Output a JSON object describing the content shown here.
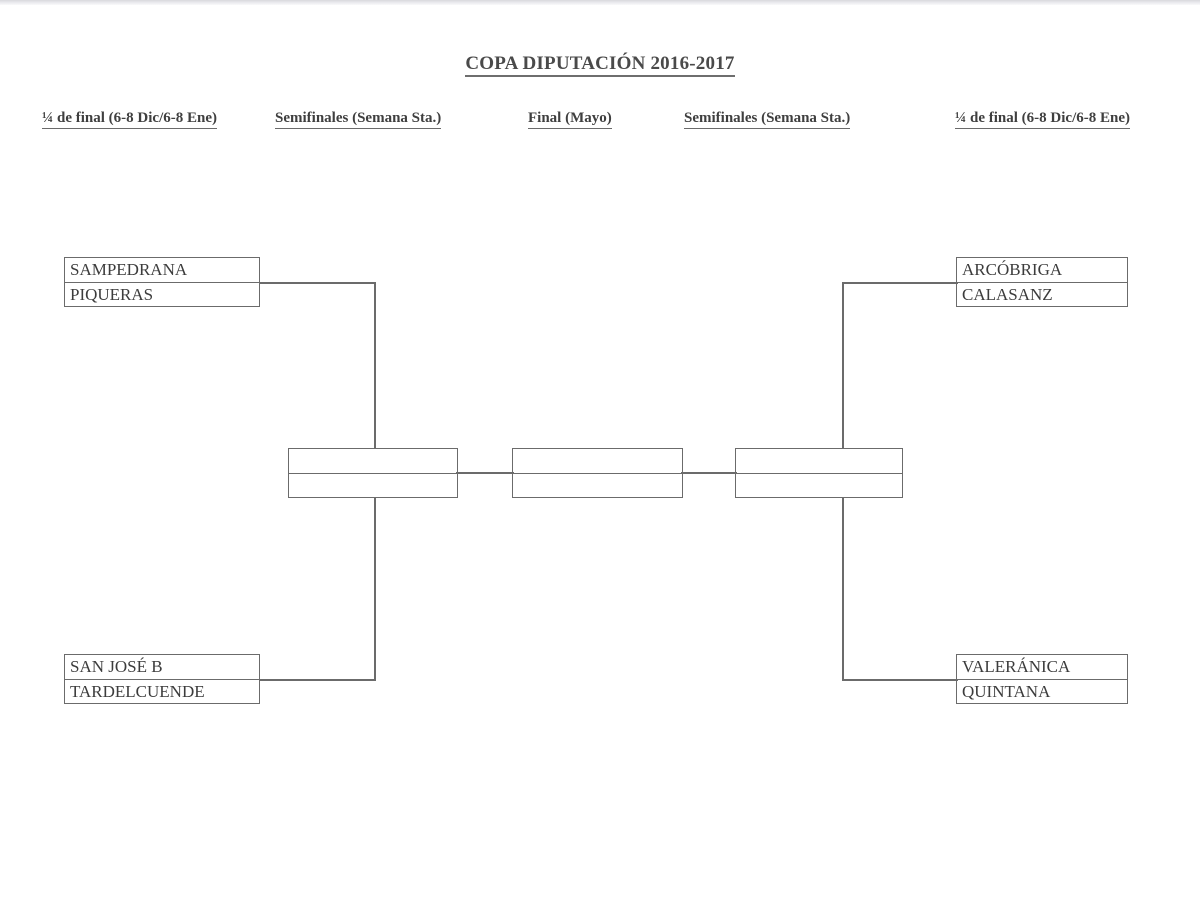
{
  "document": {
    "title": "COPA DIPUTACIÓN 2016-2017"
  },
  "headers": {
    "qf_left": "¼ de final (6-8 Dic/6-8 Ene)",
    "sf_left": "Semifinales (Semana Sta.)",
    "final": "Final (Mayo)",
    "sf_right": "Semifinales (Semana Sta.)",
    "qf_right": "¼ de final (6-8 Dic/6-8 Ene)"
  },
  "bracket": {
    "quarterfinals": [
      {
        "id": "qf-top-left",
        "side": "left",
        "position": "top",
        "top": "SAMPEDRANA",
        "bottom": "PIQUERAS"
      },
      {
        "id": "qf-bottom-left",
        "side": "left",
        "position": "bottom",
        "top": "SAN JOSÉ B",
        "bottom": "TARDELCUENDE"
      },
      {
        "id": "qf-top-right",
        "side": "right",
        "position": "top",
        "top": "ARCÓBRIGA",
        "bottom": "CALASANZ"
      },
      {
        "id": "qf-bottom-right",
        "side": "right",
        "position": "bottom",
        "top": "VALERÁNICA",
        "bottom": "QUINTANA"
      }
    ],
    "semifinals": [
      {
        "id": "sf-left",
        "side": "left",
        "top": "",
        "bottom": ""
      },
      {
        "id": "sf-right",
        "side": "right",
        "top": "",
        "bottom": ""
      }
    ],
    "final": {
      "id": "final",
      "top": "",
      "bottom": ""
    }
  },
  "colors": {
    "ink": "#3c3c3c",
    "line": "#6b6b6b",
    "paper": "#ffffff"
  }
}
